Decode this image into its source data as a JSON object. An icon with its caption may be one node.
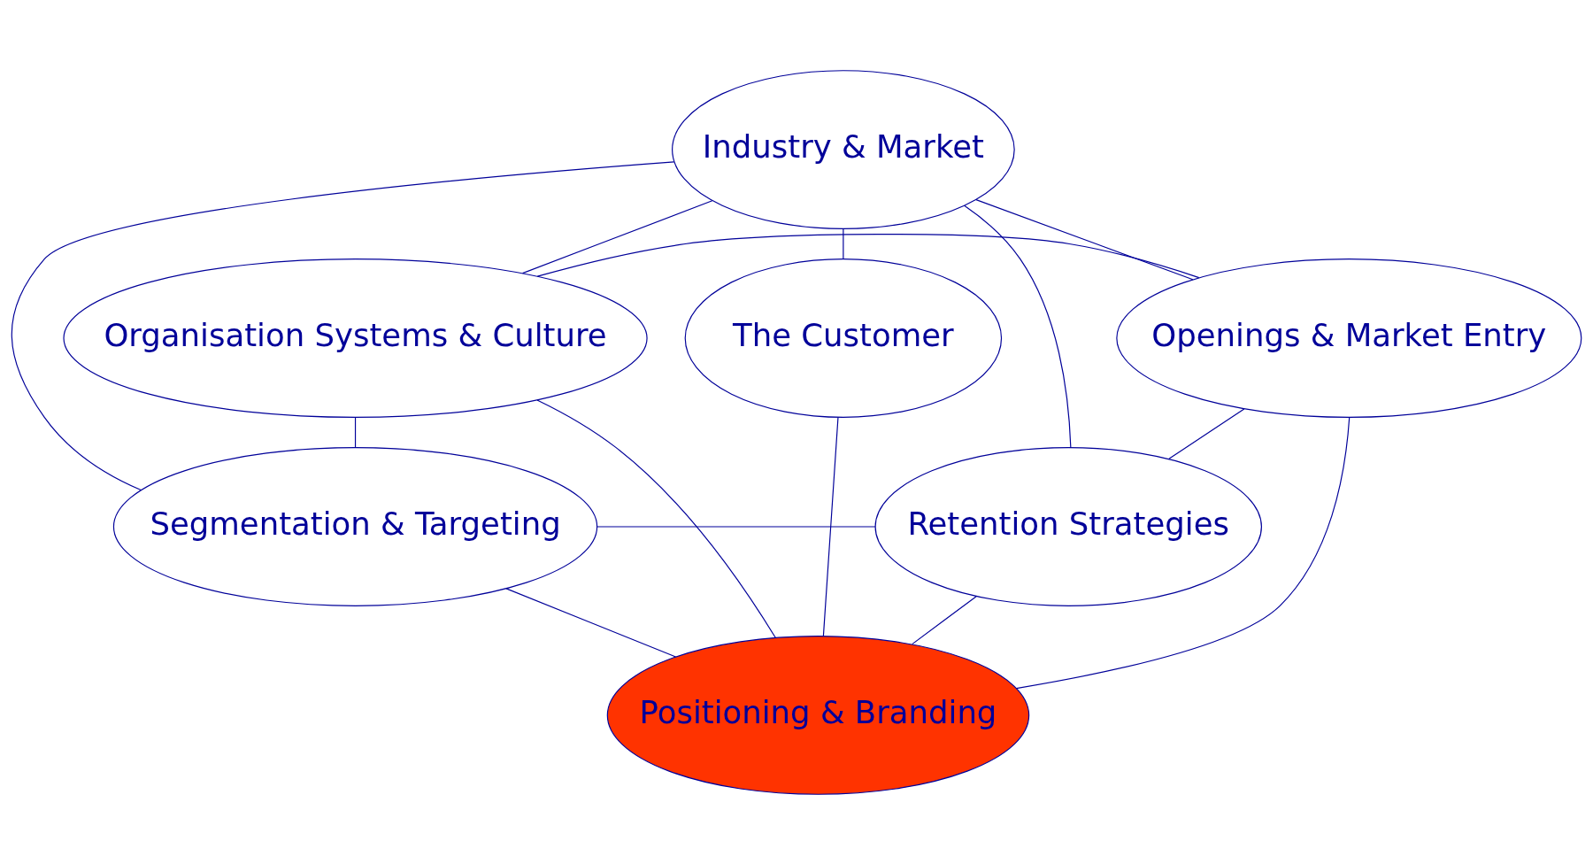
{
  "diagram": {
    "nodes": [
      {
        "text": [
          "Industry & Market"
        ]
      },
      {
        "text": [
          "Organisation Systems & Culture"
        ]
      },
      {
        "text": [
          "Openings & Market Entry"
        ]
      },
      {
        "text": [
          "The Customer"
        ]
      },
      {
        "text": [
          "Segmentation & Targeting"
        ]
      },
      {
        "text": [
          "Retention Strategies"
        ]
      },
      {
        "text": [
          "Positioning & Branding"
        ]
      }
    ],
    "edges": [
      {
        "from": 1,
        "to": 0,
        "arrow": "none"
      },
      {
        "from": 0,
        "to": 2,
        "arrow": "none"
      },
      {
        "from": 0,
        "to": 3,
        "arrow": "none"
      },
      {
        "from": 1,
        "to": 2,
        "arrow": "none"
      },
      {
        "from": 0,
        "to": 4,
        "arrow": "none"
      },
      {
        "from": 0,
        "to": 5,
        "arrow": "none"
      },
      {
        "from": 1,
        "to": 4,
        "arrow": "none"
      },
      {
        "from": 1,
        "to": 6,
        "arrow": "none"
      },
      {
        "from": 2,
        "to": 5,
        "arrow": "none"
      },
      {
        "from": 2,
        "to": 6,
        "arrow": "none"
      },
      {
        "from": 4,
        "to": 5,
        "arrow": "none"
      },
      {
        "from": 3,
        "to": 6,
        "arrow": "none"
      },
      {
        "from": 4,
        "to": 6,
        "arrow": "none"
      },
      {
        "from": 5,
        "to": 6,
        "arrow": "none"
      }
    ]
  }
}
